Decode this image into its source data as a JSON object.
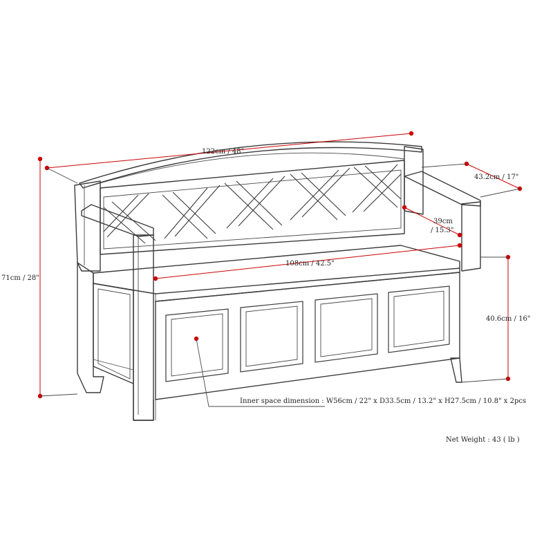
{
  "dimensions": {
    "width": "122cm / 48\"",
    "depth": "43.2cm / 17\"",
    "height": "71cm / 28\"",
    "arm_depth_cm": "39cm",
    "arm_depth_in": "/ 15.3\"",
    "seat_width": "108cm / 42.5\"",
    "seat_height": "40.6cm / 16\""
  },
  "notes": {
    "inner_space": "Inner space dimension : W56cm / 22\" x D33.5cm / 13.2\" x H27.5cm / 10.8\" x 2pcs",
    "net_weight": "Net Weight : 43 ( lb )"
  },
  "colors": {
    "dimension_marker": "#cc0000",
    "line_art": "#3a3a3a"
  }
}
